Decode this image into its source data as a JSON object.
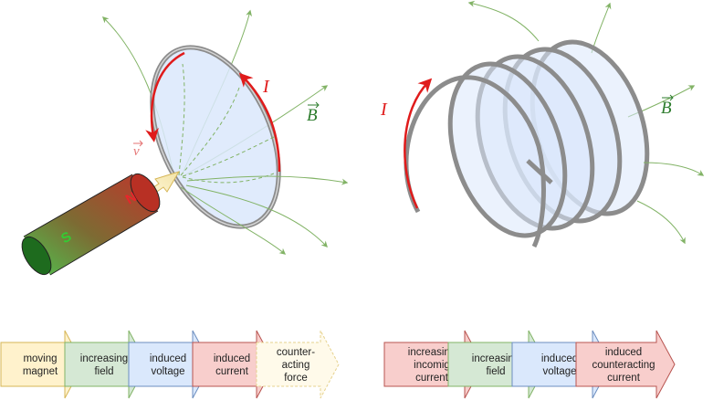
{
  "left_panel": {
    "current_label": "I",
    "field_label": "B",
    "velocity_label": "v",
    "magnet_north": "N",
    "magnet_south": "S",
    "chain": [
      {
        "lines": [
          "moving",
          "magnet"
        ],
        "fill": "#fff2cc",
        "stroke": "#d6b656",
        "dashed": false
      },
      {
        "lines": [
          "increasing",
          "field"
        ],
        "fill": "#d5e8d4",
        "stroke": "#82b366",
        "dashed": false
      },
      {
        "lines": [
          "induced",
          "voltage"
        ],
        "fill": "#dae8fc",
        "stroke": "#6c8ebf",
        "dashed": false
      },
      {
        "lines": [
          "induced",
          "current"
        ],
        "fill": "#f8cecc",
        "stroke": "#b85450",
        "dashed": false
      },
      {
        "lines": [
          "counter-",
          "acting",
          "force"
        ],
        "fill": "#fffaea",
        "stroke": "#e6d28e",
        "dashed": true
      }
    ]
  },
  "right_panel": {
    "current_label": "I",
    "field_label": "B",
    "chain": [
      {
        "lines": [
          "increasing",
          "incomig",
          "current"
        ],
        "fill": "#f8cecc",
        "stroke": "#b85450",
        "dashed": false
      },
      {
        "lines": [
          "increasing",
          "field"
        ],
        "fill": "#d5e8d4",
        "stroke": "#82b366",
        "dashed": false
      },
      {
        "lines": [
          "induced",
          "voltage"
        ],
        "fill": "#dae8fc",
        "stroke": "#6c8ebf",
        "dashed": false
      },
      {
        "lines": [
          "induced",
          "counteracting",
          "current"
        ],
        "fill": "#f8cecc",
        "stroke": "#b85450",
        "dashed": false
      }
    ]
  },
  "colors": {
    "field_line": "#82b366",
    "current": "#e01b1b",
    "coil": "#8c8c8c",
    "loop_fill": "#dae8fc",
    "label_field": "#2e7d2e",
    "label_current": "#e01b1b",
    "label_velocity": "#e57373"
  }
}
